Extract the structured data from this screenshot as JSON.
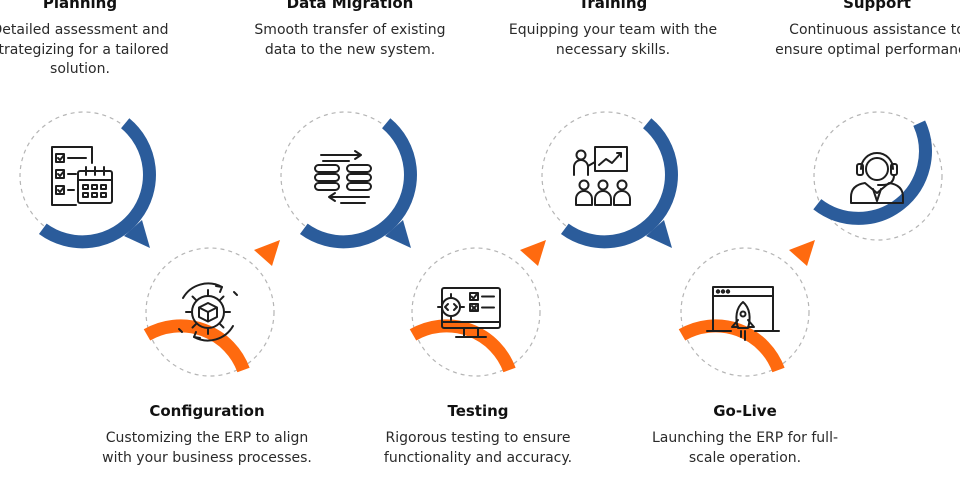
{
  "colors": {
    "blue": "#2b5c9b",
    "orange": "#ff6a0f",
    "dash": "#b5b5b5",
    "icon": "#1e1e1e"
  },
  "steps": [
    {
      "id": "planning",
      "title": "Planning",
      "description": "Detailed assessment and strategizing for a tailored solution.",
      "icon": "checklist-calendar-icon",
      "arc_color": "blue"
    },
    {
      "id": "configuration",
      "title": "Configuration",
      "description": "Customizing the ERP to align with your business processes.",
      "icon": "gear-box-icon",
      "arc_color": "orange"
    },
    {
      "id": "data-migration",
      "title": "Data Migration",
      "description": "Smooth transfer of existing data to the new system.",
      "icon": "database-transfer-icon",
      "arc_color": "blue"
    },
    {
      "id": "testing",
      "title": "Testing",
      "description": "Rigorous testing to ensure functionality and accuracy.",
      "icon": "monitor-code-icon",
      "arc_color": "orange"
    },
    {
      "id": "training",
      "title": "Training",
      "description": "Equipping your team with the necessary skills.",
      "icon": "presentation-audience-icon",
      "arc_color": "blue"
    },
    {
      "id": "go-live",
      "title": "Go-Live",
      "description": "Launching the ERP for full-scale operation.",
      "icon": "browser-rocket-icon",
      "arc_color": "orange"
    },
    {
      "id": "support",
      "title": "Support",
      "description": "Continuous assistance to ensure optimal performance.",
      "icon": "headset-agent-icon",
      "arc_color": "blue"
    }
  ]
}
